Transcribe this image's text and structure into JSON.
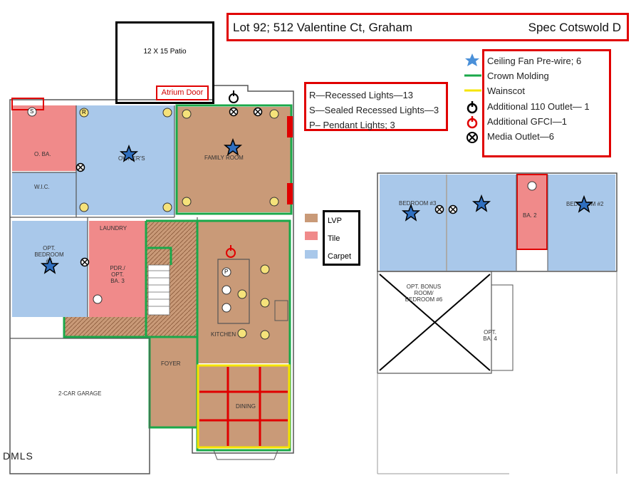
{
  "header": {
    "lot_address": "Lot 92;  512 Valentine Ct, Graham",
    "plan_name": "Spec Cotswold D"
  },
  "patio": {
    "label": "12 X 15 Patio"
  },
  "atrium_door": {
    "label": "Atrium Door"
  },
  "lights_legend": {
    "items": [
      "R—Recessed Lights—13",
      "S—Sealed Recessed Lights—3",
      "P– Pendant Lights; 3"
    ]
  },
  "features_legend": {
    "items": [
      {
        "icon": "star-icon",
        "label": "Ceiling Fan Pre-wire; 6"
      },
      {
        "icon": "green-line-icon",
        "label": "Crown Molding"
      },
      {
        "icon": "yellow-line-icon",
        "label": "Wainscot"
      },
      {
        "icon": "outlet-icon",
        "label": "Additional 110 Outlet— 1"
      },
      {
        "icon": "gfci-icon",
        "label": "Additional GFCI—1"
      },
      {
        "icon": "media-outlet-icon",
        "label": "Media Outlet—6"
      }
    ]
  },
  "materials_legend": {
    "items": [
      {
        "label": "LVP",
        "color": "#c99a78"
      },
      {
        "label": "Tile",
        "color": "#f08a8a"
      },
      {
        "label": "Carpet",
        "color": "#a9c8ea"
      }
    ]
  },
  "rooms": {
    "owners": "OWNER'S",
    "o_ba": "O. BA.",
    "wic": "W.I.C.",
    "family_room": "FAMILY ROOM",
    "laundry": "LAUNDRY",
    "opt_bedroom_5": "OPT. BEDROOM #5",
    "pdr_opt_ba3": "PDR./ OPT. BA. 3",
    "kitchen": "KITCHEN",
    "foyer": "FOYER",
    "dining": "DINING",
    "garage": "2-CAR GARAGE",
    "bedroom_3": "BEDROOM #3",
    "bedroom_2": "BEDROOM #2",
    "ba_2": "BA. 2",
    "bonus_room": "OPT. BONUS ROOM/ BEDROOM #6",
    "ba_4": "OPT. BA. 4"
  },
  "markers": {
    "recessed": "R",
    "sealed": "S",
    "pendant": "P"
  },
  "watermark": "DMLS",
  "colors": {
    "lvp": "#c99a78",
    "tile": "#f08a8a",
    "carpet": "#a9c8ea",
    "crown": "#1aa84a",
    "wainscot": "#f5e400",
    "accent_red": "#e00000"
  }
}
